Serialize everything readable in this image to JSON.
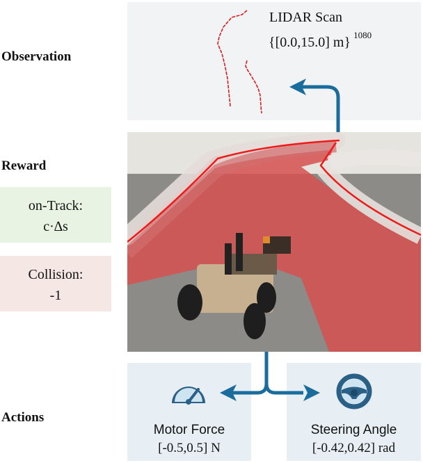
{
  "labels": {
    "observation": "Observation",
    "reward": "Reward",
    "actions": "Actions"
  },
  "observation": {
    "title": "LIDAR Scan",
    "range": "{[0.0,15.0] m}",
    "exponent": "1080"
  },
  "rewards": {
    "on_track_title": "on-Track:",
    "on_track_value": "c·∆s",
    "collision_title": "Collision:",
    "collision_value": "-1"
  },
  "actions": {
    "motor_title": "Motor Force",
    "motor_range": "[-0.5,0.5] N",
    "steer_title": "Steering Angle",
    "steer_range": "[-0.42,0.42] rad"
  },
  "colors": {
    "arrow": "#1a6c9c",
    "track_overlay": "#e23030",
    "reward_green": "#e9f3e4",
    "reward_red": "#f5e7e4",
    "action_bg": "#e7eff4"
  },
  "icons": {
    "motor": "speedometer-icon",
    "steer": "steering-wheel-icon"
  }
}
